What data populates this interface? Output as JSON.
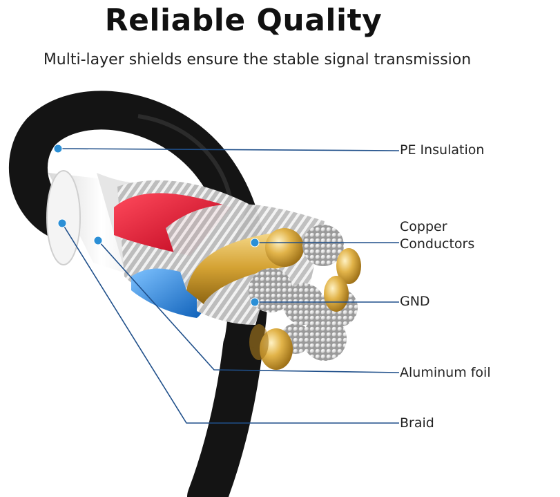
{
  "header": {
    "title": "Reliable Quality",
    "subtitle": "Multi-layer shields ensure the stable signal transmission"
  },
  "callouts": {
    "pe_insulation": "PE Insulation",
    "copper_conductors": "Copper\nConductors",
    "gnd": "GND",
    "aluminum_foil": "Aluminum foil",
    "braid": "Braid"
  },
  "colors": {
    "leader_line": "#1f4f8a",
    "leader_dot": "#2b8fd6",
    "cable_jacket": "#141414",
    "red_wire": "#e0102a",
    "blue_wire": "#1f7fd6",
    "gold_conductor": "#d9a632"
  }
}
